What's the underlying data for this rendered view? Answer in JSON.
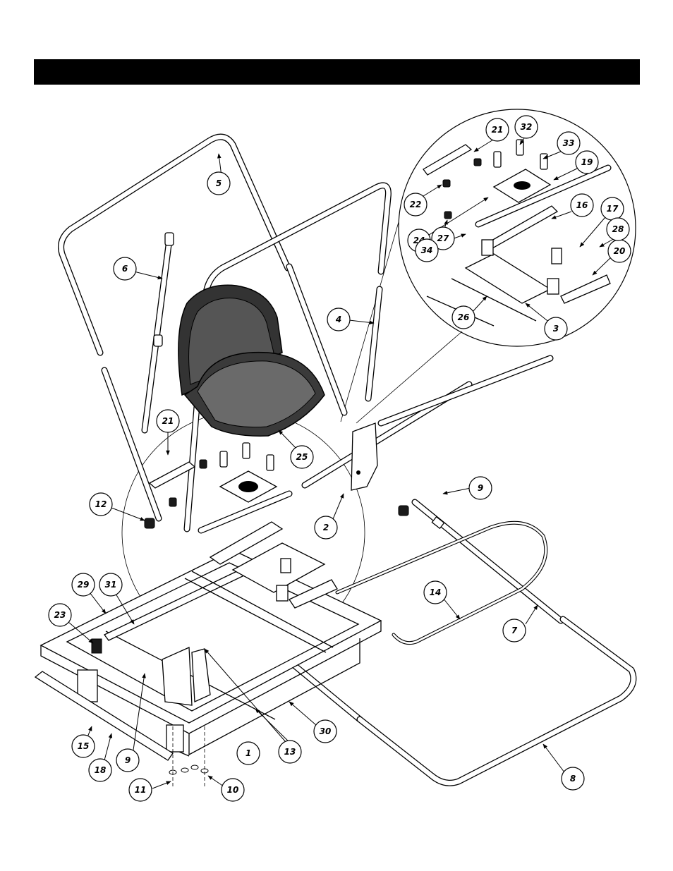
{
  "header": {
    "title": ""
  },
  "callouts": [
    {
      "label": "1"
    },
    {
      "label": "2"
    },
    {
      "label": "3"
    },
    {
      "label": "4"
    },
    {
      "label": "5"
    },
    {
      "label": "6"
    },
    {
      "label": "7"
    },
    {
      "label": "8"
    },
    {
      "label": "9"
    },
    {
      "label": "9"
    },
    {
      "label": "10"
    },
    {
      "label": "11"
    },
    {
      "label": "12"
    },
    {
      "label": "13"
    },
    {
      "label": "14"
    },
    {
      "label": "15"
    },
    {
      "label": "16"
    },
    {
      "label": "17"
    },
    {
      "label": "18"
    },
    {
      "label": "19"
    },
    {
      "label": "20"
    },
    {
      "label": "21"
    },
    {
      "label": "21"
    },
    {
      "label": "22"
    },
    {
      "label": "23"
    },
    {
      "label": "24"
    },
    {
      "label": "25"
    },
    {
      "label": "26"
    },
    {
      "label": "26"
    },
    {
      "label": "27"
    },
    {
      "label": "28"
    },
    {
      "label": "29"
    },
    {
      "label": "30"
    },
    {
      "label": "31"
    },
    {
      "label": "32"
    },
    {
      "label": "33"
    },
    {
      "label": "34"
    }
  ]
}
